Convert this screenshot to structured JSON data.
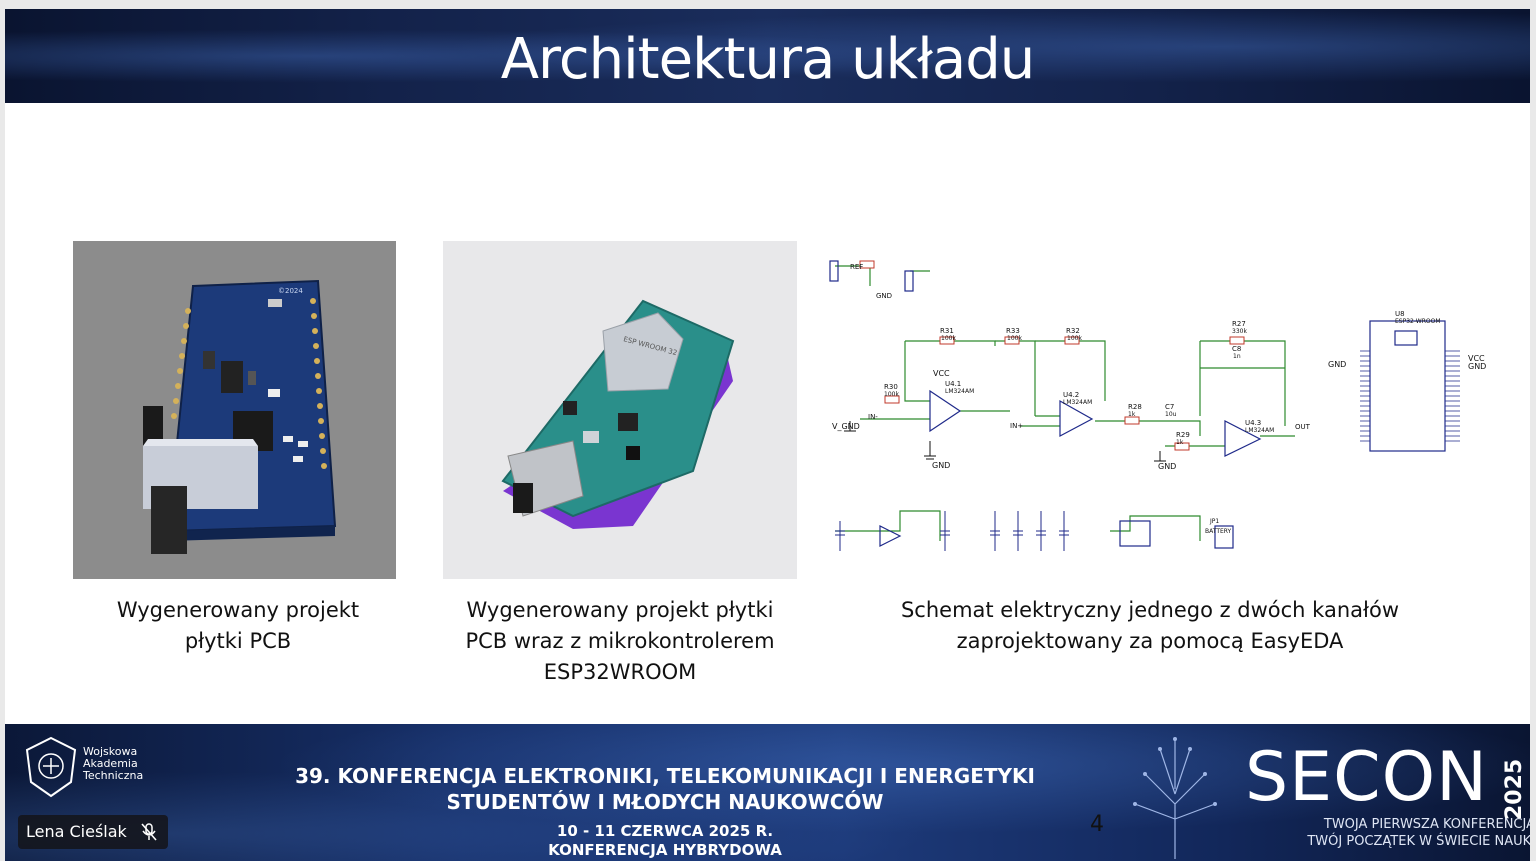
{
  "slide": {
    "title": "Architektura układu",
    "page_number": "4"
  },
  "images": [
    {
      "caption": "Wygenerowany projekt\npłytki PCB"
    },
    {
      "caption": "Wygenerowany projekt płytki\nPCB wraz z mikrokontrolerem\nESP32WROOM",
      "module_label": "ESP WROOM 32"
    },
    {
      "caption": "Schemat elektryczny jednego z dwóch kanałów\nzaprojektowany za pomocą EasyEDA"
    }
  ],
  "pcb_silkscreen": "©2024",
  "schematic_labels": {
    "r31": "R31",
    "r31v": "100k",
    "r33": "R33",
    "r33v": "100k",
    "r32": "R32",
    "r32v": "100k",
    "r27": "R27",
    "r27v": "330k",
    "r30": "R30",
    "r30v": "100k",
    "r28": "R28",
    "r28v": "1k",
    "r29": "R29",
    "r29v": "1k",
    "c7": "C7",
    "c7v": "10u",
    "c8": "C8",
    "c8v": "1n",
    "u41": "U4.1",
    "u42": "U4.2",
    "u43": "U4.3",
    "opamp": "LM324AM",
    "vcc": "VCC",
    "gnd": "GND",
    "vgnd": "V_GND",
    "out": "OUT",
    "in_minus": "IN-",
    "in_plus": "IN+",
    "ref": "REF",
    "u8": "U8",
    "esp": "ESP32-WROOM",
    "battery": "BATTERY",
    "jp1": "JP1"
  },
  "footer": {
    "institution_lines": [
      "Wojskowa",
      "Akademia",
      "Techniczna"
    ],
    "line1": "39. KONFERENCJA ELEKTRONIKI, TELEKOMUNIKACJI I ENERGETYKI",
    "line2": "STUDENTÓW I MŁODYCH NAUKOWCÓW",
    "line3": "10 - 11 CZERWCA 2025 R.",
    "line4": "KONFERENCJA HYBRYDOWA",
    "brand": "SECON",
    "year": "2025",
    "tagline1": "TWOJA PIERWSZA KONFERENCJA",
    "tagline2": "TWÓJ POCZĄTEK W ŚWIECIE NAUKI"
  },
  "participant": {
    "name": "Lena Cieślak",
    "mic_muted": true
  },
  "colors": {
    "header_bg": "#13224a",
    "footer_bg": "#17306a",
    "pcb_blue": "#1c3a7a",
    "esp_teal": "#2a8f8a",
    "purple": "#7a35d0",
    "schematic_green": "#2e8b2e",
    "schematic_red": "#c0392b"
  }
}
